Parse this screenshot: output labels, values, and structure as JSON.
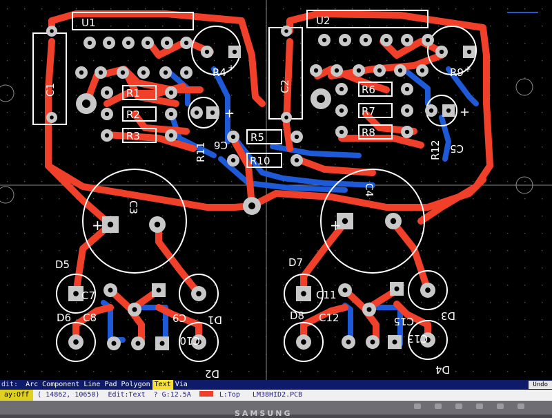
{
  "menu": {
    "edit_label": "dit:",
    "items": [
      "Arc",
      "Component",
      "Line",
      "Pad",
      "Polygon",
      "Text",
      "Via"
    ],
    "active_item": "Text",
    "undo_label": "Undo"
  },
  "status": {
    "snap": "ay:Off",
    "coords": "( 14862, 10650)",
    "mode": "Edit:Text",
    "grid": "? G:12.5A",
    "layer": "L:Top",
    "filename": "LM38HID2.PCB"
  },
  "monitor": {
    "brand": "SAMSUNG"
  },
  "colors": {
    "background": "#000000",
    "top_copper": "#f0402a",
    "bottom_copper": "#1e5ad8",
    "pad": "#c8c8c8",
    "silkscreen": "#ffffff",
    "grid_dot": "#4a4a4a"
  },
  "board": {
    "silk_labels": [
      {
        "id": "u1",
        "text": "U1"
      },
      {
        "id": "u2",
        "text": "U2"
      },
      {
        "id": "c1",
        "text": "C1"
      },
      {
        "id": "c2",
        "text": "C2"
      },
      {
        "id": "c3",
        "text": "C3"
      },
      {
        "id": "c4",
        "text": "C4"
      },
      {
        "id": "c5",
        "text": "C5"
      },
      {
        "id": "c6",
        "text": "C6"
      },
      {
        "id": "c7",
        "text": "C7"
      },
      {
        "id": "c8",
        "text": "C8"
      },
      {
        "id": "c9",
        "text": "C9"
      },
      {
        "id": "c10",
        "text": "C10"
      },
      {
        "id": "c11",
        "text": "C11"
      },
      {
        "id": "c12",
        "text": "C12"
      },
      {
        "id": "c13",
        "text": "C13"
      },
      {
        "id": "c15",
        "text": "C15"
      },
      {
        "id": "r1",
        "text": "R1"
      },
      {
        "id": "r2",
        "text": "R2"
      },
      {
        "id": "r3",
        "text": "R3"
      },
      {
        "id": "r4",
        "text": "R4"
      },
      {
        "id": "r5",
        "text": "R5"
      },
      {
        "id": "r6",
        "text": "R6"
      },
      {
        "id": "r7",
        "text": "R7"
      },
      {
        "id": "r8",
        "text": "R8"
      },
      {
        "id": "r9",
        "text": "R9"
      },
      {
        "id": "r10",
        "text": "R10"
      },
      {
        "id": "r11",
        "text": "R11"
      },
      {
        "id": "r12",
        "text": "R12"
      },
      {
        "id": "d1",
        "text": "D1"
      },
      {
        "id": "d2",
        "text": "D2"
      },
      {
        "id": "d3",
        "text": "D3"
      },
      {
        "id": "d4",
        "text": "D4"
      },
      {
        "id": "d5",
        "text": "D5"
      },
      {
        "id": "d6",
        "text": "D6"
      },
      {
        "id": "d7",
        "text": "D7"
      },
      {
        "id": "d8",
        "text": "D8"
      },
      {
        "id": "plus_c3",
        "text": "+"
      },
      {
        "id": "plus_c4",
        "text": "+"
      },
      {
        "id": "plus_c6",
        "text": "+"
      },
      {
        "id": "plus_c5",
        "text": "+"
      },
      {
        "id": "plus_r4",
        "text": "+"
      },
      {
        "id": "plus_r9",
        "text": "+"
      }
    ]
  }
}
